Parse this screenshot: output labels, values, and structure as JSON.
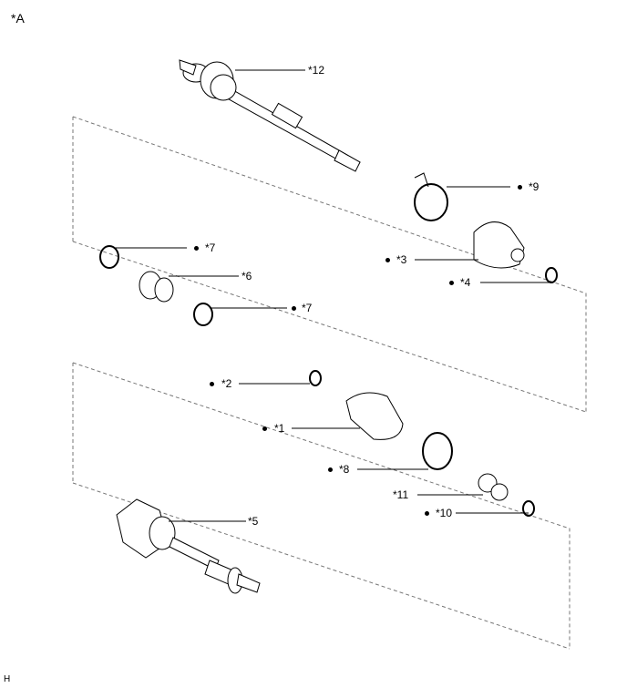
{
  "view_label": "*A",
  "footer_code": "H",
  "parts": [
    {
      "id": "p12",
      "label": "*12",
      "bullet": false
    },
    {
      "id": "p9",
      "label": "*9",
      "bullet": true
    },
    {
      "id": "p7a",
      "label": "*7",
      "bullet": true
    },
    {
      "id": "p3",
      "label": "*3",
      "bullet": true
    },
    {
      "id": "p4",
      "label": "*4",
      "bullet": true
    },
    {
      "id": "p6",
      "label": "*6",
      "bullet": false
    },
    {
      "id": "p7b",
      "label": "*7",
      "bullet": true
    },
    {
      "id": "p2",
      "label": "*2",
      "bullet": true
    },
    {
      "id": "p1",
      "label": "*1",
      "bullet": true
    },
    {
      "id": "p8",
      "label": "*8",
      "bullet": true
    },
    {
      "id": "p11",
      "label": "*11",
      "bullet": false
    },
    {
      "id": "p10",
      "label": "*10",
      "bullet": true
    },
    {
      "id": "p5",
      "label": "*5",
      "bullet": false
    }
  ]
}
